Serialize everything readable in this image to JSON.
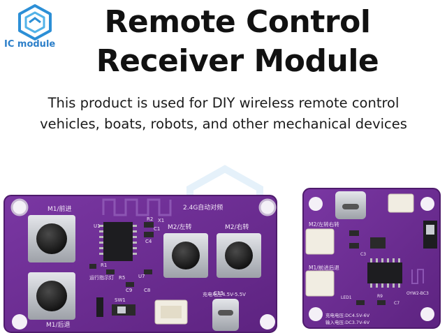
{
  "logo": {
    "text": "IC module",
    "color": "#2c7fc9"
  },
  "heading": {
    "line1": "Remote Control",
    "line2": "Receiver Module"
  },
  "description": {
    "line1": "This product is used for DIY wireless remote control",
    "line2": "vehicles, boats, robots, and other mechanical devices"
  },
  "board_left": {
    "label_m1_forward": "M1/前进",
    "label_pairing": "2.4G自动对频",
    "label_m2_left": "M2/左转",
    "label_m2_right": "M2/右转",
    "label_m1_back": "M1/后退",
    "label_run_indicator": "运行指示灯",
    "label_voltage": "充电电压4.5V-5.5V",
    "label_u1": "U1",
    "label_u7": "U7",
    "label_r1": "R1",
    "label_r2": "R2",
    "label_r5": "R5",
    "label_c9": "C9",
    "label_c8": "C8",
    "label_c1": "C1",
    "label_c4": "C4",
    "label_x1": "X1",
    "label_sw1": "SW1",
    "label_cj3": "C13"
  },
  "board_right": {
    "label_m2_turn": "M2/左转右转",
    "label_m1_dir": "M1/前进后退",
    "label_charge": "充电电压:DC4.5V-6V",
    "label_input": "输入电压:DC3.7V-6V",
    "label_led1": "LED1",
    "label_c3": "C3",
    "label_r": "R9",
    "label_c7": "C7",
    "label_code": "OYW2-BC3"
  },
  "colors": {
    "pcb": "#6b2c91",
    "pcb_edge": "#5a2279",
    "background_stripe": "#eef2f6",
    "metal": "#c9ccd2",
    "button_cap": "#1b1b1b",
    "connector": "#f1ede2",
    "chip": "#1d1d20"
  }
}
